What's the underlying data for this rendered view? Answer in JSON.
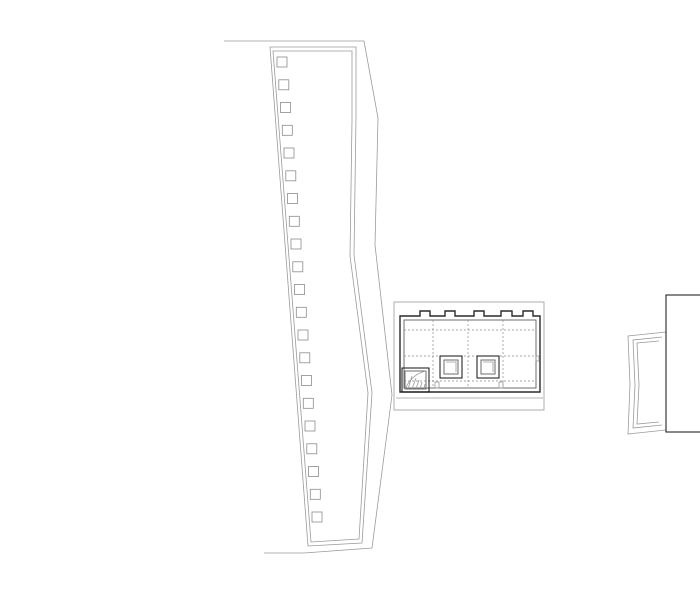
{
  "drawing": {
    "type": "architectural-floor-plan",
    "labels": [],
    "elements": [
      "long-wing-outline",
      "skylight-row",
      "central-building-plan",
      "staircase",
      "light-wells",
      "neighbor-building"
    ],
    "skylight_count": 21
  }
}
